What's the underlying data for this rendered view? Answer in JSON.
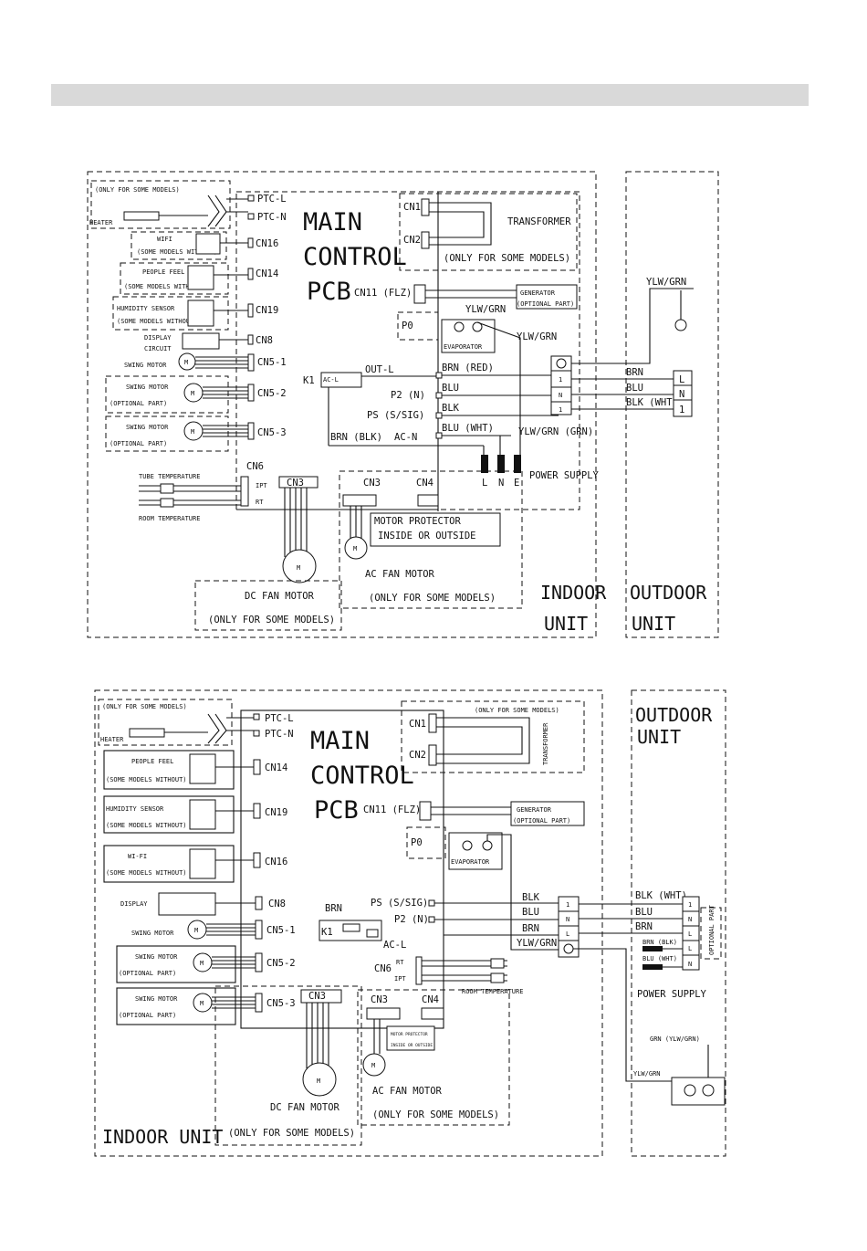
{
  "d1": {
    "main_pcb": [
      "MAIN",
      "CONTROL",
      "PCB"
    ],
    "heater_note": "(ONLY FOR SOME MODELS)",
    "heater": "HEATER",
    "ptc_l": "PTC-L",
    "ptc_n": "PTC-N",
    "wifi": "WIFI",
    "wifi_sub": "(SOME MODELS WITHOUT)",
    "cn16": "CN16",
    "people_feel": "PEOPLE FEEL",
    "people_feel_sub": "(SOME MODELS WITHOUT)",
    "cn14": "CN14",
    "humidity": "HUMIDITY SENSOR",
    "humidity_sub": "(SOME MODELS WITHOUT)",
    "cn19": "CN19",
    "display1": "DISPLAY",
    "display2": "CIRCUIT",
    "cn8": "CN8",
    "swing1": "SWING MOTOR",
    "cn5_1": "CN5-1",
    "swing2": "SWING MOTOR",
    "swing2_sub": "(OPTIONAL PART)",
    "cn5_2": "CN5-2",
    "swing3": "SWING MOTOR",
    "swing3_sub": "(OPTIONAL PART)",
    "cn5_3": "CN5-3",
    "cn6": "CN6",
    "ipt": "IPT",
    "rt": "RT",
    "tube_temp": "TUBE TEMPERATURE",
    "room_temp": "ROOM TEMPERATURE",
    "cn3": "CN3",
    "dc_fan": "DC FAN MOTOR",
    "dc_fan_note": "(ONLY FOR SOME MODELS)",
    "cn3b": "CN3",
    "cn4": "CN4",
    "motor_prot1": "MOTOR PROTECTOR",
    "motor_prot2": "INSIDE OR OUTSIDE",
    "ac_fan": "AC FAN MOTOR",
    "ac_fan_note": "(ONLY FOR SOME MODELS)",
    "indoor1": "INDOOR",
    "indoor2": "UNIT",
    "outdoor1": "OUTDOOR",
    "outdoor2": "UNIT",
    "cn1": "CN1",
    "cn2": "CN2",
    "transformer": "TRANSFORMER",
    "transformer_note": "(ONLY FOR SOME MODELS)",
    "cn11": "CN11 (FLZ)",
    "generator": "GENERATOR",
    "generator_sub": "(OPTIONAL PART)",
    "p0": "P0",
    "ylw_grn_a": "YLW/GRN",
    "ylw_grn_b": "YLW/GRN",
    "ylw_grn_out": "YLW/GRN",
    "evaporator": "EVAPORATOR",
    "k1": "K1",
    "ac_l": "AC-L",
    "out_l": "OUT-L",
    "p2": "P2 (N)",
    "ps": "PS (S/SIG)",
    "ac_n": "AC-N",
    "brn_blk": "BRN (BLK)",
    "brn_red": "BRN (RED)",
    "blu": "BLU",
    "blk": "BLK",
    "blu_wht": "BLU (WHT)",
    "ylw_grn_grn": "YLW/GRN (GRN)",
    "l": "L",
    "n": "N",
    "e": "E",
    "power_supply": "POWER SUPPLY",
    "out_brn": "BRN",
    "out_blu": "BLU",
    "out_blk": "BLK (WHT)",
    "term_l": "L",
    "term_n": "N",
    "term_1": "1",
    "tb_1": "1",
    "tb_n": "N",
    "tb_l": "1",
    "motor_m": "M"
  },
  "d2": {
    "main_pcb": [
      "MAIN",
      "CONTROL",
      "PCB"
    ],
    "heater_note": "(ONLY FOR SOME MODELS)",
    "heater": "HEATER",
    "ptc_l": "PTC-L",
    "ptc_n": "PTC-N",
    "people_feel": "PEOPLE FEEL",
    "people_feel_sub": "(SOME MODELS WITHOUT)",
    "cn14": "CN14",
    "humidity": "HUMIDITY SENSOR",
    "humidity_sub": "(SOME MODELS WITHOUT)",
    "cn19": "CN19",
    "wifi": "WI-FI",
    "wifi_sub": "(SOME MODELS WITHOUT)",
    "cn16": "CN16",
    "display": "DISPLAY",
    "cn8": "CN8",
    "swing1": "SWING MOTOR",
    "cn5_1": "CN5-1",
    "swing2": "SWING MOTOR",
    "swing2_sub": "(OPTIONAL PART)",
    "cn5_2": "CN5-2",
    "swing3": "SWING MOTOR",
    "swing3_sub": "(OPTIONAL PART)",
    "cn5_3": "CN5-3",
    "cn3": "CN3",
    "dc_fan": "DC FAN MOTOR",
    "dc_fan_note": "(ONLY FOR SOME MODELS)",
    "cn3b": "CN3",
    "cn4": "CN4",
    "motor_prot1": "MOTOR PROTECTOR",
    "motor_prot2": "INSIDE OR OUTSIDE",
    "ac_fan": "AC FAN MOTOR",
    "ac_fan_note": "(ONLY FOR SOME MODELS)",
    "indoor": "INDOOR UNIT",
    "outdoor1": "OUTDOOR",
    "outdoor2": "UNIT",
    "cn1": "CN1",
    "cn2": "CN2",
    "transformer_note": "(ONLY FOR SOME MODELS)",
    "transformer": "TRANSFORMER",
    "cn11": "CN11 (FLZ)",
    "generator": "GENERATOR",
    "generator_sub": "(OPTIONAL PART)",
    "p0": "P0",
    "evaporator": "EVAPORATOR",
    "brn": "BRN",
    "k1": "K1",
    "ac_l": "AC-L",
    "ps": "PS (S/SIG)",
    "p2": "P2 (N)",
    "cn6": "CN6",
    "rt": "RT",
    "ipt": "IPT",
    "room_temp": "ROOM TEMPERATURE",
    "w_blk": "BLK",
    "w_blu": "BLU",
    "w_brn": "BRN",
    "w_ylw": "YLW/GRN",
    "tb_1": "1",
    "tb_n": "N",
    "tb_l": "L",
    "out_blk": "BLK (WHT)",
    "out_blu": "BLU",
    "out_brn": "BRN",
    "brn_blk": "BRN (BLK)",
    "blu_wht": "BLU (WHT)",
    "optional_part": "OPTIONAL PART",
    "power_supply": "POWER SUPPLY",
    "grn": "GRN (YLW/GRN)",
    "ylw_grn": "YLW/GRN",
    "ot_1": "1",
    "ot_n": "N",
    "ot_l": "L",
    "ot_l2": "L",
    "ot_n2": "N",
    "motor_m": "M"
  }
}
